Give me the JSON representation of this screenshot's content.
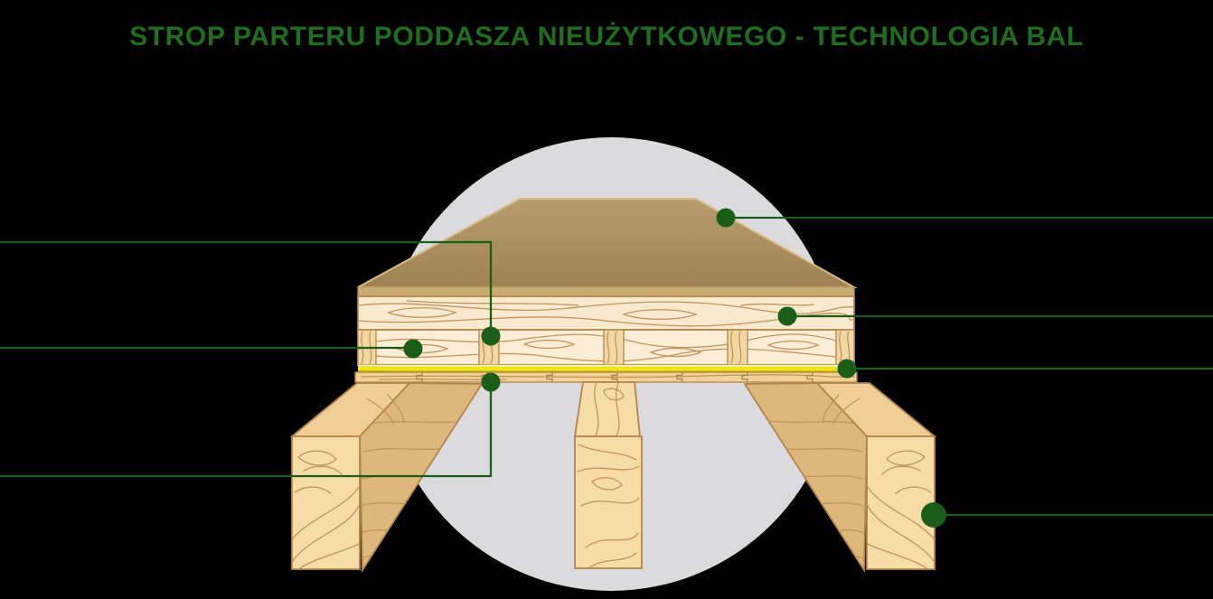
{
  "title": "STROP PARTERU PODDASZA NIEUŻYTKOWEGO - TECHNOLOGIA BAL",
  "colors": {
    "background": "#000000",
    "title_green": "#1E6E1E",
    "leader_green": "#156015",
    "dot_green": "#1A5E18",
    "circle_gray": "#DBDBDD",
    "deck_top_light": "#B69C6F",
    "deck_top_dark": "#9F8251",
    "deck_edge": "#C9AC72",
    "plank_cream": "#F8E9CF",
    "plank_cream_2": "#FBEDD6",
    "block_tan": "#F1D7A2",
    "boards_tan": "#F2D198",
    "beam_front": "#F6DCA6",
    "beam_side": "#DDB77B",
    "beam_cap": "#EFCF96",
    "wood_outline": "#B28549",
    "wood_grain": "#C2945A",
    "membrane_yellow": "#F2E60C",
    "membrane_shadow": "#BFB006",
    "membrane_highlight": "#FFFDEB"
  },
  "diagram": {
    "subject": "floor-cross-section",
    "callout_markers": {
      "style": "dot",
      "left_count": 3,
      "right_count": 4
    },
    "layers": [
      "deck-top",
      "plank-layer",
      "batten-layer-with-blocks",
      "yellow-membrane",
      "ceiling-boards",
      "log-beams"
    ]
  }
}
